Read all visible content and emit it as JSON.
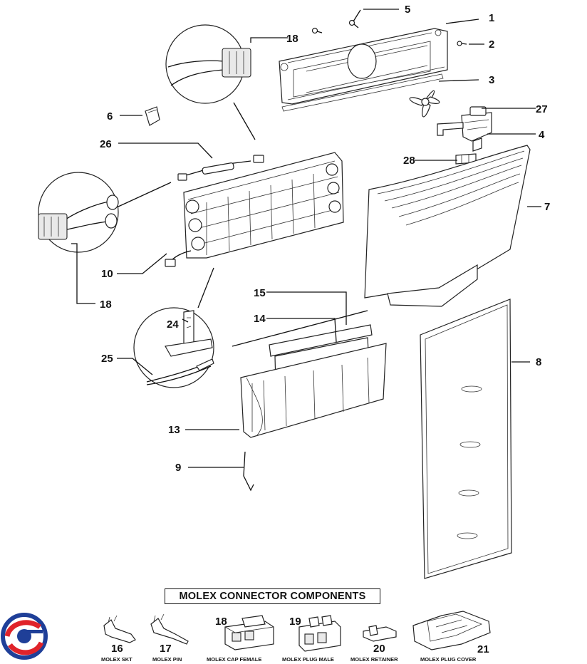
{
  "callouts": {
    "n1": "1",
    "n2": "2",
    "n3": "3",
    "n4": "4",
    "n5": "5",
    "n6": "6",
    "n7": "7",
    "n8": "8",
    "n9": "9",
    "n10": "10",
    "n13": "13",
    "n14": "14",
    "n15": "15",
    "n18_top": "18",
    "n18_left": "18",
    "n24": "24",
    "n25": "25",
    "n26": "26",
    "n27": "27",
    "n28": "28"
  },
  "components": {
    "title": "MOLEX CONNECTOR COMPONENTS",
    "items": [
      {
        "num": "16",
        "label": "MOLEX SKT"
      },
      {
        "num": "17",
        "label": "MOLEX PIN"
      },
      {
        "num": "18",
        "label": "MOLEX CAP FEMALE"
      },
      {
        "num": "19",
        "label": "MOLEX PLUG MALE"
      },
      {
        "num": "20",
        "label": "MOLEX RETAINER"
      },
      {
        "num": "21",
        "label": "MOLEX PLUG COVER"
      }
    ]
  },
  "logo": {
    "name": "brand-logo",
    "colors": [
      "#1f3f98",
      "#e0232a"
    ]
  }
}
